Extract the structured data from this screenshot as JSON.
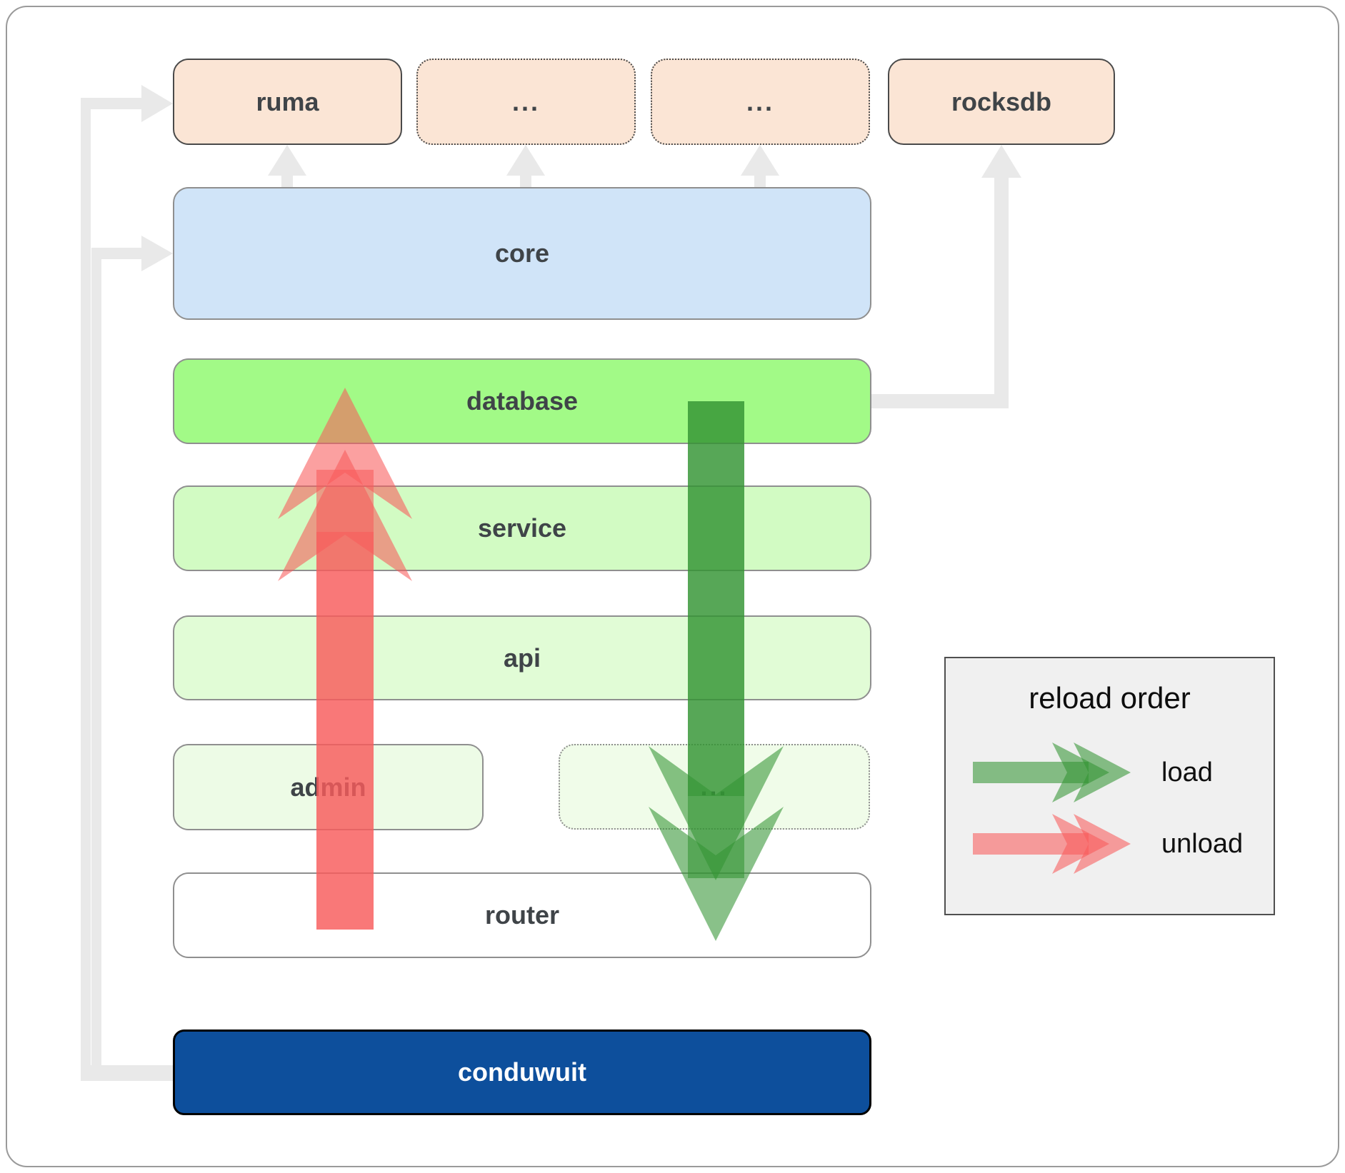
{
  "colors": {
    "peach-fill": "#fbe5d5",
    "core-fill": "#d0e4f8",
    "database-fill": "#a2fa87",
    "service-fill": "#d2fbc3",
    "api-fill": "#e1fcd6",
    "admin-fill": "#edfbe6",
    "dots-fill": "#f0fce9",
    "router-fill": "#ffffff",
    "conduwuit-fill": "#0d4f9c",
    "edge-gray": "#e9e9e9",
    "load-green": "rgba(52,148,52,0.58)",
    "unload-red": "rgba(248,92,92,0.58)",
    "label-text": "#3f4448",
    "legend-bg": "#f0f0f0"
  },
  "nodes": {
    "ruma": {
      "label": "ruma"
    },
    "dots1": {
      "label": "..."
    },
    "dots2": {
      "label": "..."
    },
    "rocksdb": {
      "label": "rocksdb"
    },
    "core": {
      "label": "core"
    },
    "database": {
      "label": "database"
    },
    "service": {
      "label": "service"
    },
    "api": {
      "label": "api"
    },
    "admin": {
      "label": "admin"
    },
    "dots3": {
      "label": "..."
    },
    "router": {
      "label": "router"
    },
    "conduwuit": {
      "label": "conduwuit"
    }
  },
  "legend": {
    "title": "reload order",
    "load_label": "load",
    "unload_label": "unload"
  }
}
